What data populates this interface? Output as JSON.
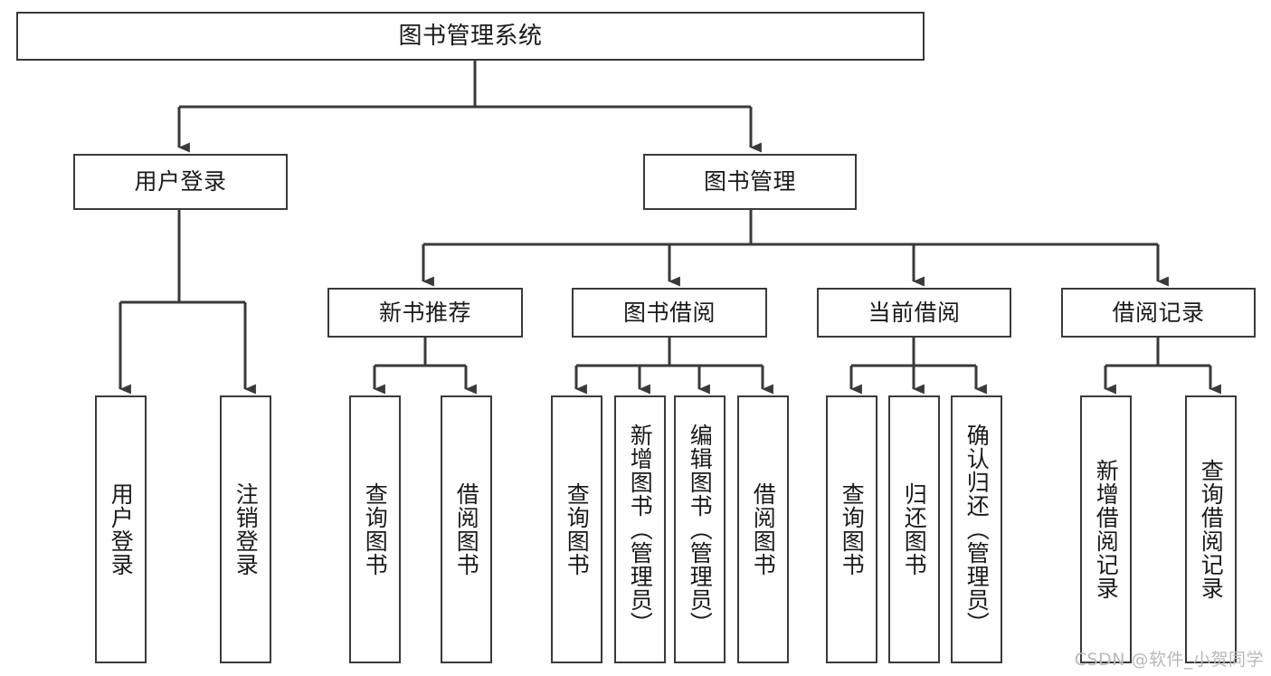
{
  "diagram": {
    "type": "tree-hierarchy",
    "title": "图书管理系统",
    "watermark": "CSDN @软件_小贺同学",
    "colors": {
      "box_border": "#3a3a3a",
      "box_fill": "#ffffff",
      "connector": "#3a3a3a",
      "text": "#1a1a1a",
      "watermark": "#b9b9b9",
      "background": "#ffffff"
    },
    "nodes": {
      "root": {
        "label": "图书管理系统"
      },
      "level2": [
        {
          "label": "用户登录"
        },
        {
          "label": "图书管理"
        }
      ],
      "level3": [
        {
          "label": "新书推荐"
        },
        {
          "label": "图书借阅"
        },
        {
          "label": "当前借阅"
        },
        {
          "label": "借阅记录"
        }
      ],
      "leaves_user_login": [
        {
          "label": "用户登录"
        },
        {
          "label": "注销登录"
        }
      ],
      "leaves_new_book": [
        {
          "label": "查询图书"
        },
        {
          "label": "借阅图书"
        }
      ],
      "leaves_borrow": [
        {
          "label": "查询图书"
        },
        {
          "label": "新增图书（管理员）"
        },
        {
          "label": "编辑图书（管理员）"
        },
        {
          "label": "借阅图书"
        }
      ],
      "leaves_current": [
        {
          "label": "查询图书"
        },
        {
          "label": "归还图书"
        },
        {
          "label": "确认归还（管理员）"
        }
      ],
      "leaves_records": [
        {
          "label": "新增借阅记录"
        },
        {
          "label": "查询借阅记录"
        }
      ]
    }
  }
}
